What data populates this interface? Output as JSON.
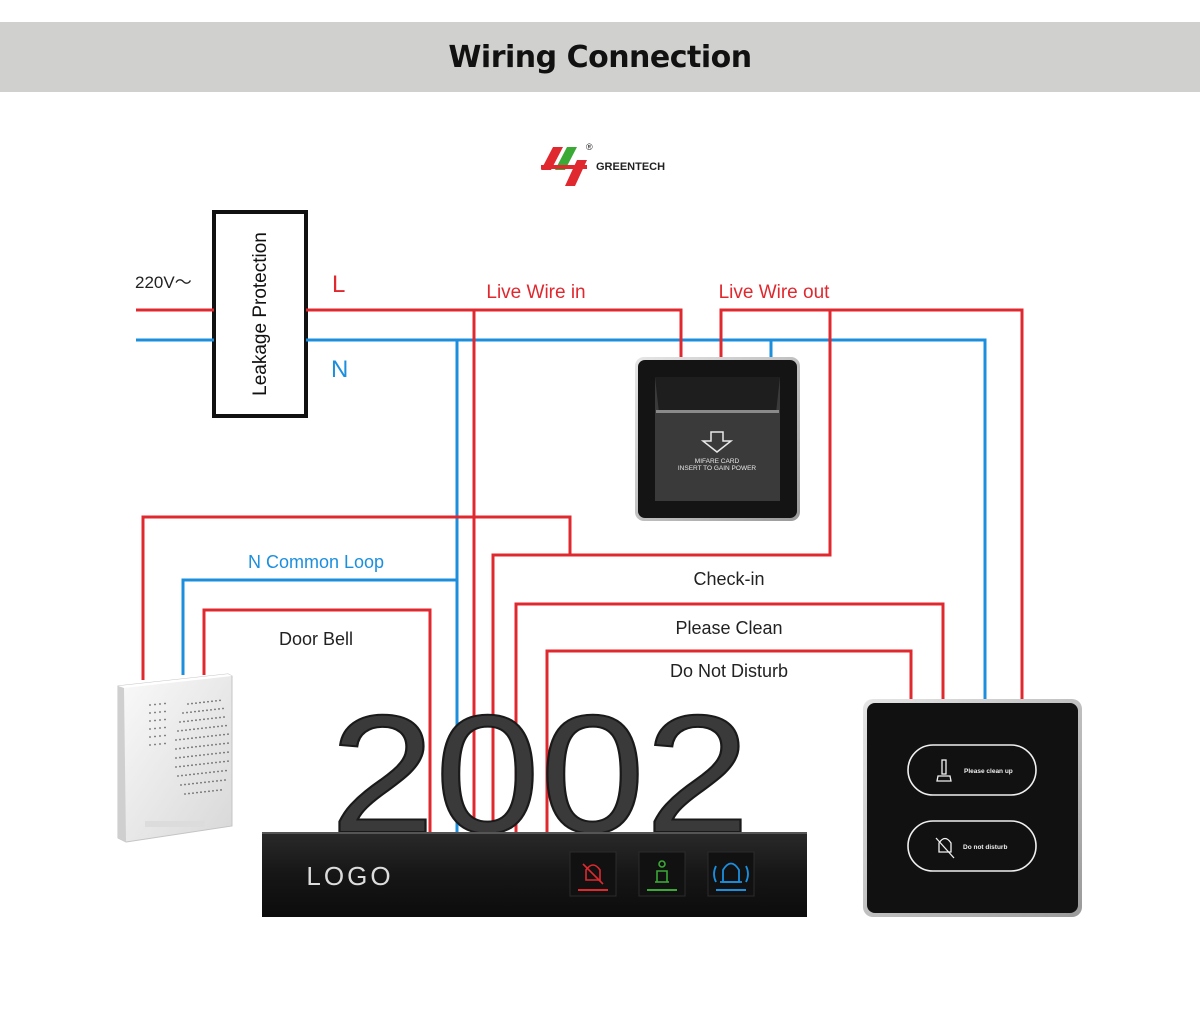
{
  "header": {
    "title": "Wiring Connection"
  },
  "brand": {
    "name": "GREENTECH",
    "registered_mark": "®"
  },
  "colors": {
    "live": "#e0282f",
    "neutral": "#1b8fde",
    "header_bg": "#d0d0ce",
    "label_live": "#e0282f",
    "label_neutral": "#1b8fde",
    "text": "#222222"
  },
  "supply": {
    "voltage": "220V～",
    "breaker_label": "Leakage Protection",
    "live_label": "L",
    "neutral_label": "N"
  },
  "wires": {
    "live_in": "Live Wire in",
    "live_out": "Live Wire out",
    "n_common": "N Common Loop",
    "door_bell": "Door Bell",
    "check_in": "Check-in",
    "please_clean": "Please Clean",
    "do_not_disturb": "Do Not Disturb"
  },
  "energy_switch": {
    "line1": "MIFARE CARD",
    "line2": "INSERT TO GAIN POWER",
    "icon": "arrow-down-icon"
  },
  "doorplate": {
    "room_number": "2002",
    "logo_text": "LOGO",
    "icons": [
      "dnd-bell-icon",
      "clean-icon",
      "doorbell-icon"
    ]
  },
  "indoor_panel": {
    "button1": "Please clean up",
    "button2": "Do not disturb",
    "icon1": "broom-icon",
    "icon2": "bell-off-icon"
  },
  "doorbell_device": {
    "icon": "speaker-grille-icon"
  }
}
